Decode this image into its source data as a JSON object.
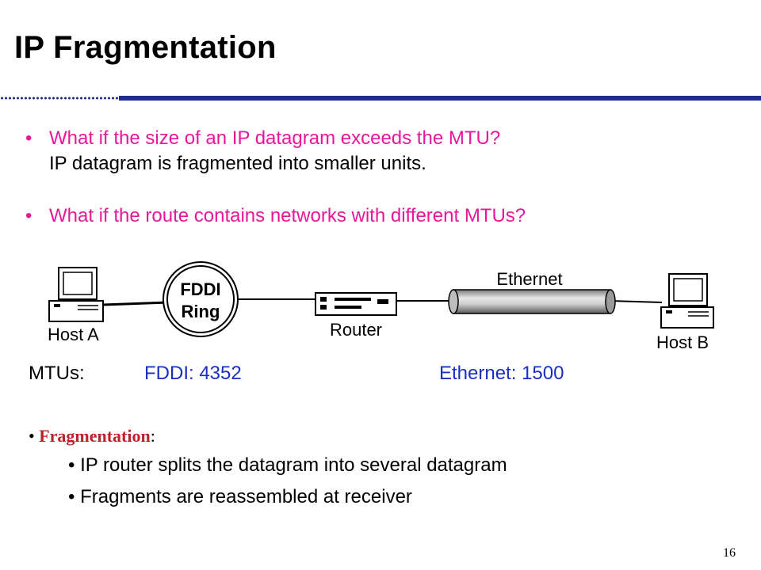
{
  "slide": {
    "title": "IP Fragmentation",
    "page_number": "16"
  },
  "bullets": [
    {
      "line1": "What if the size of  an IP datagram exceeds the MTU?",
      "line2": "IP datagram is fragmented into smaller units."
    },
    {
      "line1": "What if the route contains networks with different MTUs?"
    }
  ],
  "diagram": {
    "host_a": "Host A",
    "host_b": "Host B",
    "fddi_line1": "FDDI",
    "fddi_line2": "Ring",
    "router": "Router",
    "ethernet": "Ethernet",
    "icons": [
      "computer-icon",
      "ring-icon",
      "router-icon",
      "cable-icon",
      "computer-icon"
    ]
  },
  "mtus": {
    "label": "MTUs:",
    "fddi": "FDDI: 4352",
    "ethernet": "Ethernet: 1500"
  },
  "fragmentation": {
    "heading": "Fragmentation",
    "colon": ":",
    "points": [
      "IP router splits the datagram into several datagram",
      "Fragments are reassembled at receiver"
    ]
  },
  "colors": {
    "accent_rule": "#1f2d8a",
    "question_text": "#e8179a",
    "mtu_values": "#1a2fbf",
    "heading_red": "#c0202a"
  }
}
